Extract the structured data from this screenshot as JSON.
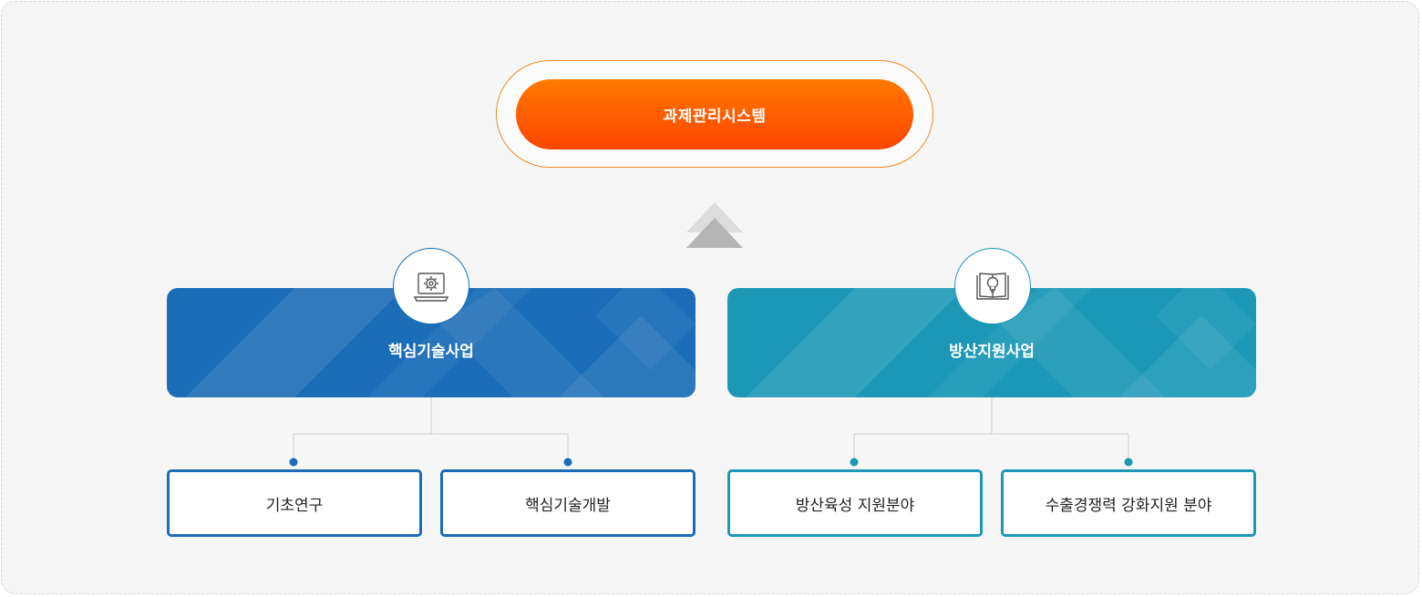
{
  "top": {
    "label": "과제관리시스템"
  },
  "categories": [
    {
      "title": "핵심기술사업",
      "icon": "laptop-gear-icon",
      "color": "#1a6db6",
      "children": [
        "기초연구",
        "핵심기술개발"
      ]
    },
    {
      "title": "방산지원사업",
      "icon": "book-lightbulb-icon",
      "color": "#1c98b6",
      "children": [
        "방산육성 지원분야",
        "수출경쟁력 강화지원 분야"
      ]
    }
  ],
  "colors": {
    "accent_orange": "#ff6a00",
    "arrow_gray": "#bdbdbd",
    "connector": "#cccccc"
  }
}
